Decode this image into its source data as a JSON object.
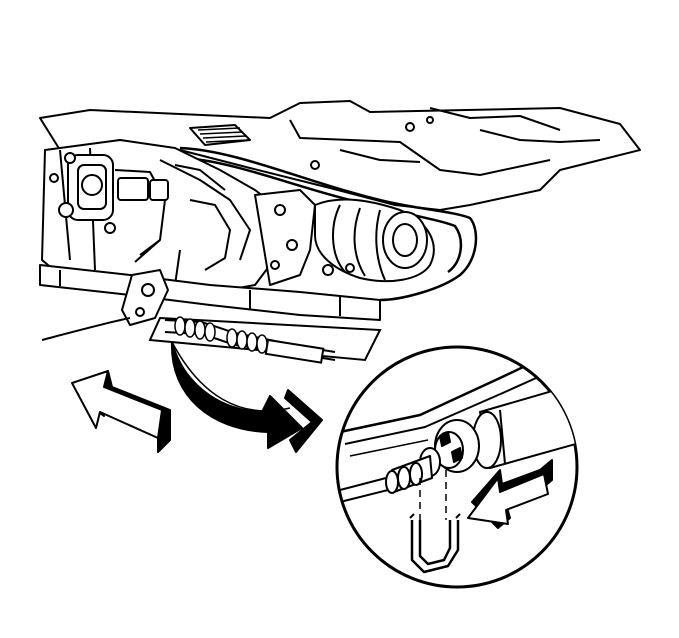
{
  "figure": {
    "kind": "technical line illustration",
    "colors": {
      "ink": "#000000",
      "paper": "#ffffff"
    },
    "parts": {
      "transmission_assembly": "transmission-assembly",
      "shift_cable": "shift-cable",
      "cable_clip": "cable-retaining-clip",
      "detail_callout": "detail-magnifier-circle",
      "curved_arrow": "detail-pointer-arrow",
      "left_arrow": "direction-arrow",
      "detail_arrow": "detail-direction-arrow"
    }
  }
}
